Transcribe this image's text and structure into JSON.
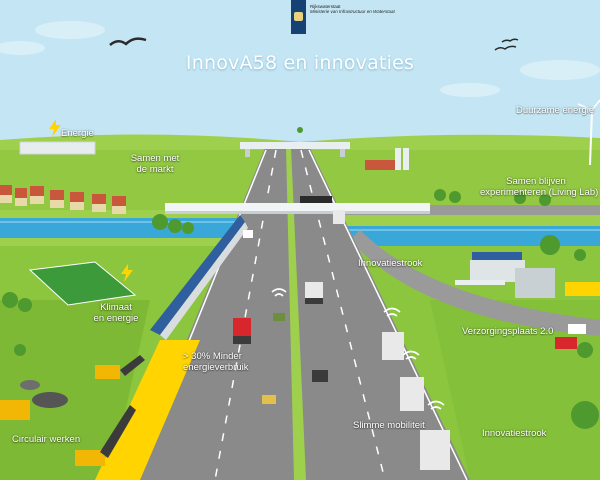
{
  "header": {
    "ministry_line1": "Rijkswaterstaat",
    "ministry_line2": "Ministerie van Infrastructuur en Waterstaat",
    "title": "InnovA58 en innovaties"
  },
  "labels": {
    "energie": "Energie",
    "duurzame_energie": "Duurzame energie",
    "samen_markt": [
      "Samen met",
      "de markt"
    ],
    "living_lab": [
      "Samen blijven",
      "experimenteren (Living Lab)"
    ],
    "innovatiestrook_center": "Innovatiestrook",
    "innovatiestrook_right": "Innovatiestrook",
    "klimaat": [
      "Klimaat",
      "en energie"
    ],
    "verzorgingsplaats": "Verzorgingsplaats 2.0",
    "minder_energie": [
      "> 30% Minder",
      "energieverbruik"
    ],
    "slimme_mobiliteit": "Slimme mobiliteit",
    "circulair": "Circulair werken"
  },
  "colors": {
    "sky": "#bfe3f2",
    "grass": "#8cc63f",
    "road": "#8a8a8a",
    "water": "#3aa7d9",
    "logo_blue": "#154273",
    "worksite_yellow": "#ffd400"
  }
}
